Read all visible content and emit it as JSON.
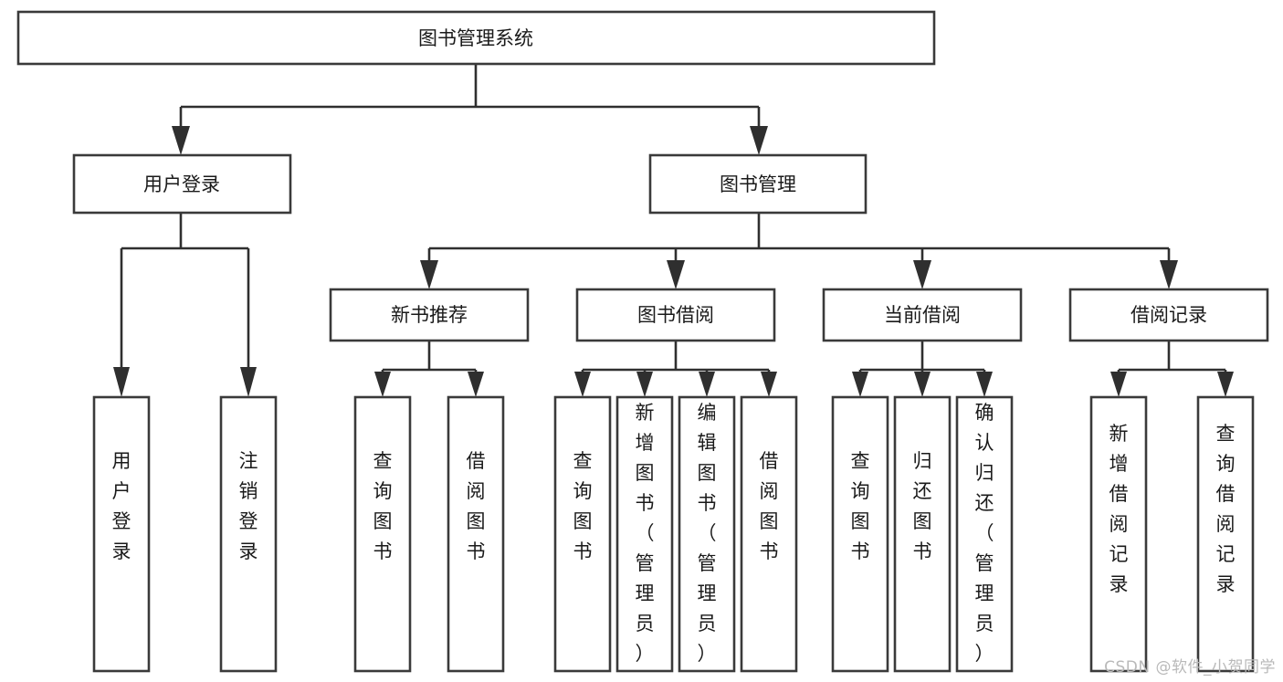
{
  "diagram": {
    "type": "tree-hierarchy",
    "title": "图书管理系统",
    "orientation": "top-down",
    "colors": {
      "box_fill": "#ffffff",
      "box_stroke": "#3a3a3a",
      "connector": "#2f2f2f",
      "text": "#1a1a1a",
      "background": "#ffffff",
      "watermark": "#b9b9b9"
    },
    "root": {
      "id": "root",
      "label": "图书管理系统"
    },
    "level2": [
      {
        "id": "user-login",
        "label": "用户登录"
      },
      {
        "id": "book-manage",
        "label": "图书管理"
      }
    ],
    "level3": [
      {
        "id": "new-book-rec",
        "label": "新书推荐",
        "parent": "book-manage"
      },
      {
        "id": "book-borrow",
        "label": "图书借阅",
        "parent": "book-manage"
      },
      {
        "id": "current-borrow",
        "label": "当前借阅",
        "parent": "book-manage"
      },
      {
        "id": "borrow-record",
        "label": "借阅记录",
        "parent": "book-manage"
      }
    ],
    "leaves": [
      {
        "id": "leaf-user-login",
        "label": "用户登录",
        "parent": "user-login"
      },
      {
        "id": "leaf-logout-login",
        "label": "注销登录",
        "parent": "user-login"
      },
      {
        "id": "leaf-query-book-1",
        "label": "查询图书",
        "parent": "new-book-rec"
      },
      {
        "id": "leaf-borrow-book-1",
        "label": "借阅图书",
        "parent": "new-book-rec"
      },
      {
        "id": "leaf-query-book-2",
        "label": "查询图书",
        "parent": "book-borrow"
      },
      {
        "id": "leaf-add-book",
        "label": "新增图书（管理员）",
        "parent": "book-borrow"
      },
      {
        "id": "leaf-edit-book",
        "label": "编辑图书（管理员）",
        "parent": "book-borrow"
      },
      {
        "id": "leaf-borrow-book-2",
        "label": "借阅图书",
        "parent": "book-borrow"
      },
      {
        "id": "leaf-query-book-3",
        "label": "查询图书",
        "parent": "current-borrow"
      },
      {
        "id": "leaf-return-book",
        "label": "归还图书",
        "parent": "current-borrow"
      },
      {
        "id": "leaf-confirm-return",
        "label": "确认归还（管理员）",
        "parent": "current-borrow"
      },
      {
        "id": "leaf-add-record",
        "label": "新增借阅记录",
        "parent": "borrow-record"
      },
      {
        "id": "leaf-query-record",
        "label": "查询借阅记录",
        "parent": "borrow-record"
      }
    ]
  },
  "watermark": {
    "text": "CSDN @软件_小贺同学"
  }
}
